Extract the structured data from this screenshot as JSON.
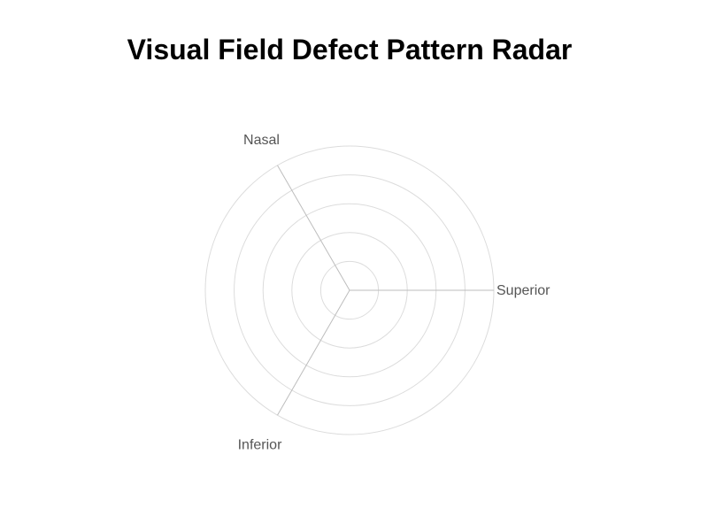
{
  "chart_data": {
    "type": "radar",
    "title": "Visual Field Defect Pattern Radar",
    "axes": [
      "Superior",
      "Nasal",
      "Inferior"
    ],
    "rings": 5,
    "series": [],
    "grid": true,
    "legend": "none"
  },
  "colors": {
    "title": "#000000",
    "axis_label": "#555555",
    "grid": "#dcdcdc",
    "axis": "#bdbdbd"
  }
}
